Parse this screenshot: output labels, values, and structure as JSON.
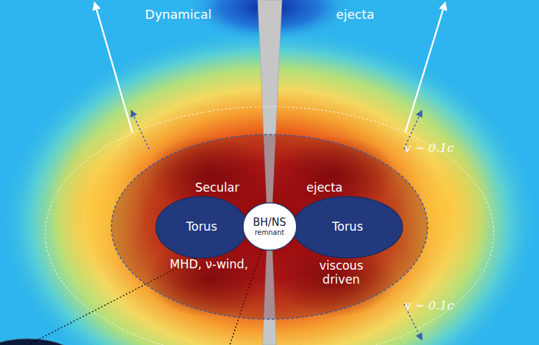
{
  "diagram": {
    "nodes": [
      {
        "text": [
          "Secular",
          "ejecta",
          "MHD, ν-wind,",
          "viscous driven"
        ]
      },
      {
        "text": [
          "Torus"
        ],
        "in": 0
      },
      {
        "text": [
          "BH/NS",
          "remnant"
        ],
        "in": 0
      },
      {
        "text": [
          "Torus"
        ],
        "in": 0
      }
    ],
    "labels": [
      "Dynamical",
      "ejecta",
      "v ∼ 0.1c",
      "v ∼ 0.1c"
    ]
  }
}
